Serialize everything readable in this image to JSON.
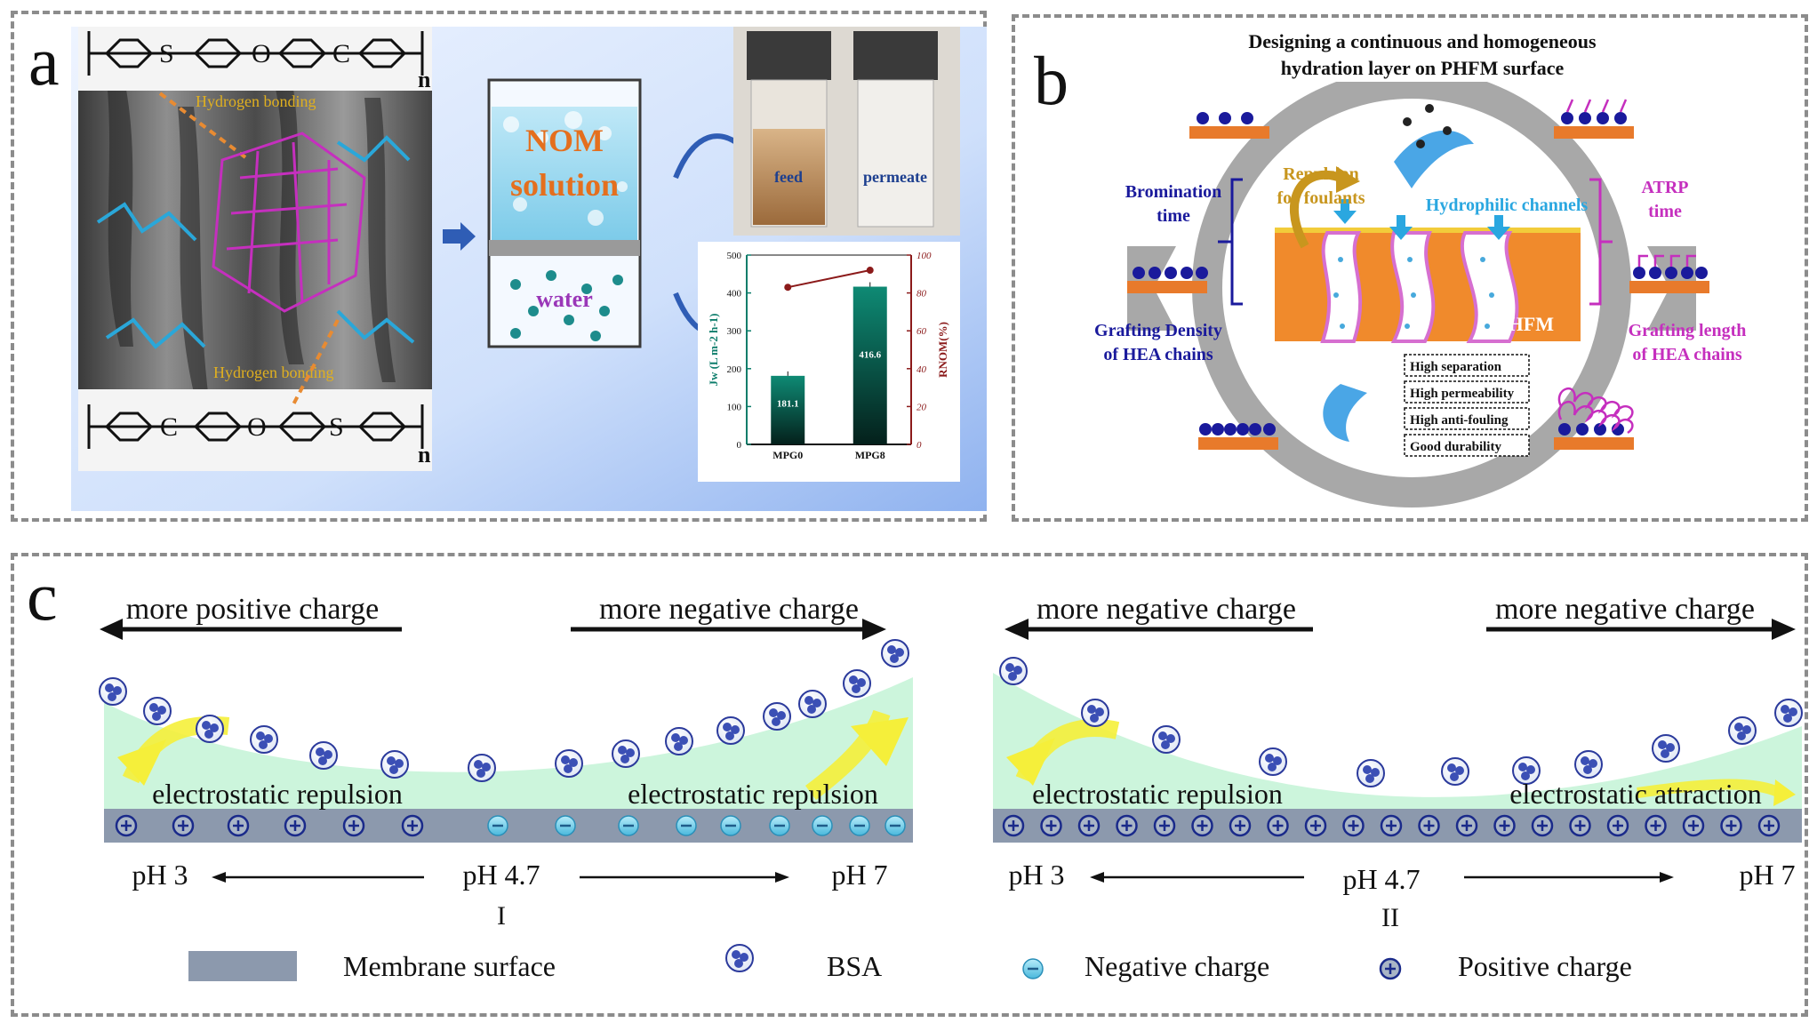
{
  "panels": {
    "a": {
      "label": "a",
      "hbond_top": "Hydrogen bonding",
      "hbond_bottom": "Hydrogen bonding",
      "vessel_title_1": "NOM",
      "vessel_title_2": "solution",
      "water_label": "water",
      "vial_feed": "feed",
      "vial_permeate": "permeate",
      "n_top": "n",
      "n_bottom": "n"
    },
    "b": {
      "label": "b",
      "title_1": "Designing a continuous and homogeneous",
      "title_2": "hydration layer on PHFM surface",
      "repulsion_1": "Repulsion",
      "repulsion_2": "for foulants",
      "hydrophilic": "Hydrophilic channels",
      "bromination_1": "Bromination",
      "bromination_2": "time",
      "atrp_1": "ATRP",
      "atrp_2": "time",
      "grafting_density_1": "Grafting Density",
      "grafting_density_2": "of HEA chains",
      "grafting_length_1": "Grafting length",
      "grafting_length_2": "of HEA chains",
      "phfm": "PHFM",
      "properties": [
        "High separation",
        "High permeability",
        "High anti-fouling",
        "Good durability"
      ]
    },
    "c": {
      "label": "c",
      "left": {
        "arrow_left": "more positive charge",
        "arrow_right": "more negative charge",
        "effect_left": "electrostatic repulsion",
        "effect_right": "electrostatic repulsion",
        "ph_low": "pH 3",
        "ph_mid": "pH 4.7",
        "ph_high": "pH 7",
        "numeral": "I"
      },
      "right": {
        "arrow_left": "more negative charge",
        "arrow_right": "more negative charge",
        "effect_left": "electrostatic repulsion",
        "effect_right": "electrostatic attraction",
        "ph_low": "pH 3",
        "ph_mid": "pH 4.7",
        "ph_high": "pH 7",
        "numeral": "II"
      },
      "legend": {
        "membrane": "Membrane surface",
        "bsa": "BSA",
        "negative": "Negative charge",
        "positive": "Positive charge"
      }
    }
  },
  "chart_data": {
    "type": "bar",
    "categories": [
      "MPG0",
      "MPG8"
    ],
    "series": [
      {
        "name": "Jw",
        "values": [
          181.1,
          416.6
        ]
      },
      {
        "name": "RNOM",
        "values": [
          83,
          92
        ]
      }
    ],
    "ylabel": "Jw (L m-2 h-1)",
    "y2label": "RNOM(%)",
    "ylim": [
      0,
      500
    ],
    "y2lim": [
      0,
      100
    ],
    "yticks": [
      "0",
      "100",
      "200",
      "300",
      "400",
      "500"
    ],
    "y2ticks": [
      "0",
      "20",
      "40",
      "60",
      "80",
      "100"
    ],
    "value_labels": [
      "181.1",
      "416.6"
    ],
    "colors": {
      "bar_top": "#0e8a74",
      "bar_bottom": "#04201b",
      "line": "#8b1a1a",
      "left_axis": "#0d7d6b",
      "right_axis": "#8b1a1a"
    }
  }
}
